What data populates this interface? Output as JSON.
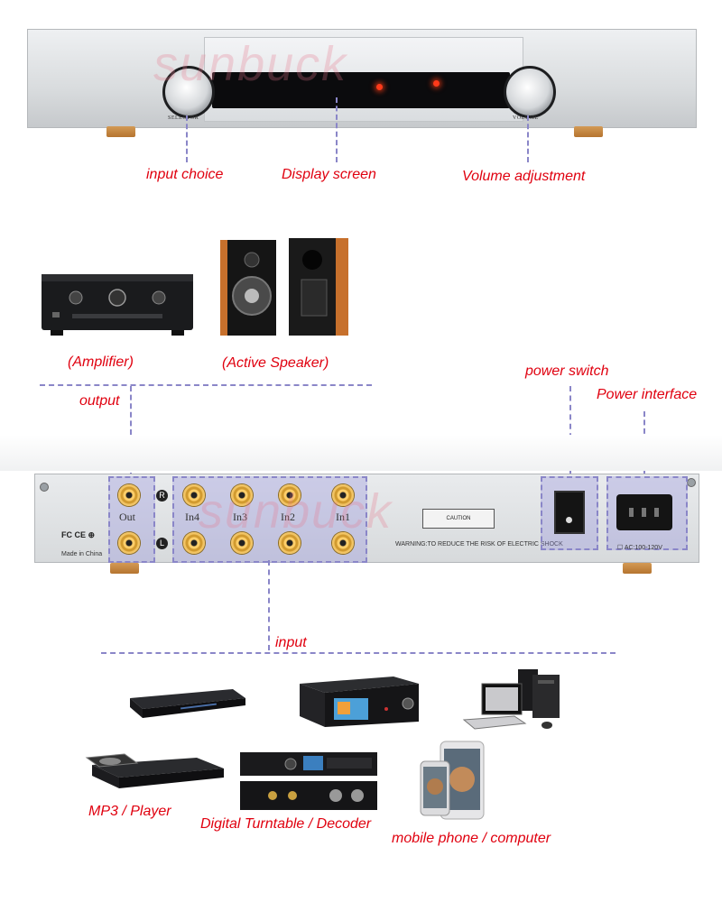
{
  "watermark": "sunbuck",
  "front_panel": {
    "selector_label": "SELECTOR",
    "volume_label": "VOLUME"
  },
  "callouts": {
    "input_choice": "input choice",
    "display_screen": "Display screen",
    "volume_adjustment": "Volume adjustment",
    "amplifier": "(Amplifier)",
    "active_speaker": "(Active Speaker)",
    "output": "output",
    "power_switch": "power switch",
    "power_interface": "Power interface",
    "input": "input",
    "mp3_player": "MP3 / Player",
    "digital_turntable": "Digital Turntable / Decoder",
    "mobile_computer": "mobile phone / computer"
  },
  "back_panel": {
    "out_label": "Out",
    "in_labels": [
      "In4",
      "In3",
      "In2",
      "In1"
    ],
    "channel_r": "R",
    "channel_l": "L",
    "made_in": "Made in China",
    "caution": "CAUTION",
    "warning": "WARNING:TO REDUCE THE RISK OF ELECTRIC SHOCK",
    "voltage_1": "AC:100-120V"
  },
  "colors": {
    "callout_red": "#e0000f",
    "dash_purple": "#8a86c8",
    "highlight_fill": "rgba(150,145,220,0.35)"
  }
}
